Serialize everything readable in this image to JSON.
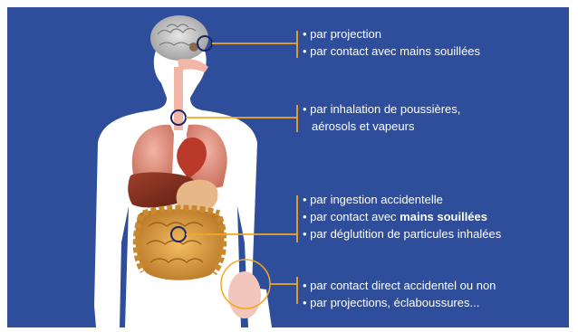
{
  "background_color": "#2e4d9a",
  "accent_color": "#f5a623",
  "marker_color": "#1b2466",
  "groups": {
    "head": {
      "lines": [
        "• par projection",
        "• par contact avec mains souillées"
      ]
    },
    "lungs": {
      "lines": [
        "• par inhalation de poussières,",
        "aérosols et vapeurs"
      ]
    },
    "digestive": {
      "line1": "• par ingestion accidentelle",
      "line2_prefix": "• par contact avec ",
      "line2_bold": "mains souillées",
      "line3": "• par déglutition de particules inhalées"
    },
    "skin": {
      "lines": [
        "• par contact direct accidentel ou non",
        "• par projections, éclaboussures..."
      ]
    }
  }
}
